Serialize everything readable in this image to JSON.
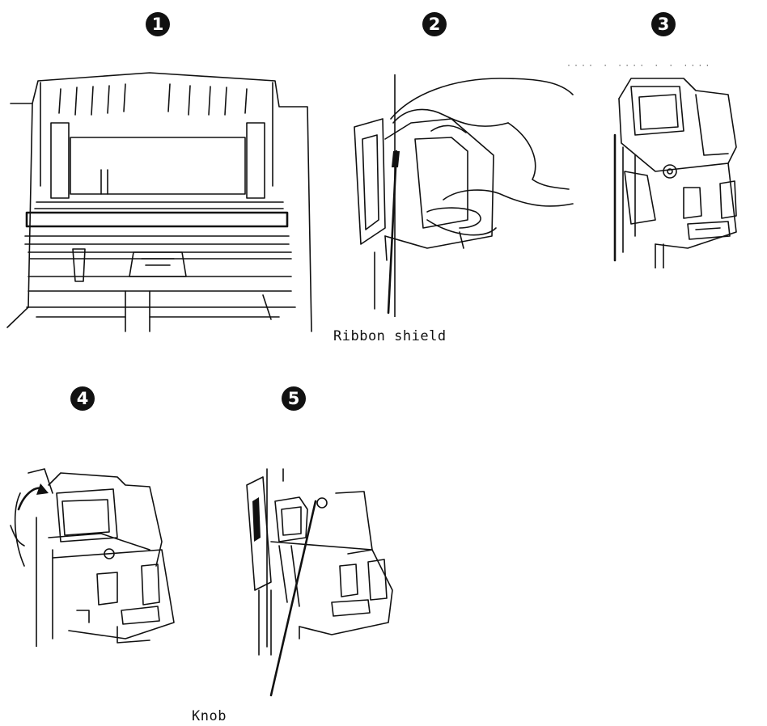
{
  "steps": [
    {
      "number": "1"
    },
    {
      "number": "2"
    },
    {
      "number": "3"
    },
    {
      "number": "4"
    },
    {
      "number": "5"
    }
  ],
  "callouts": {
    "ribbon_shield": "Ribbon shield",
    "knob": "Knob"
  },
  "faint_text": "···· · ···· · · ····"
}
